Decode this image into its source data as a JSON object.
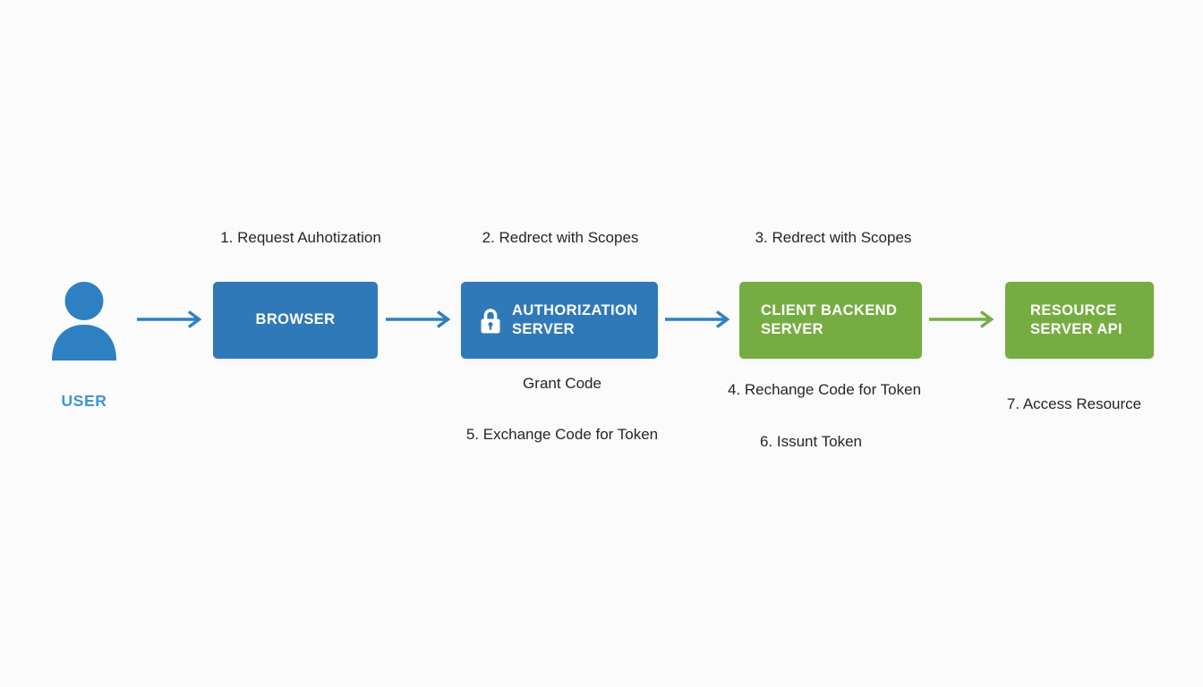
{
  "diagram_type": "flow-diagram",
  "nodes": {
    "user": {
      "label": "USER",
      "icon": "user-icon"
    },
    "browser": {
      "label": "BROWSER"
    },
    "auth_server": {
      "line1": "AUTHORIZATION",
      "line2": "SERVER",
      "icon": "lock-icon"
    },
    "client_backend": {
      "line1": "CLIENT BACKEND",
      "line2": "SERVER"
    },
    "resource_server": {
      "line1": "RESOURCE",
      "line2": "SERVER API"
    }
  },
  "labels": {
    "step1": "1. Request Auhotization",
    "step2": "2. Redrect with Scopes",
    "step3": "3. Redrect with Scopes",
    "grant_code": "Grant Code",
    "step4": "4. Rechange Code for Token",
    "step5": "5. Exchange Code for Token",
    "step6": "6. Issunt Token",
    "step7": "7. Access Resource"
  },
  "arrows": [
    {
      "from": "user",
      "to": "browser",
      "color": "#2f80c3"
    },
    {
      "from": "browser",
      "to": "auth_server",
      "color": "#2f80c3"
    },
    {
      "from": "auth_server",
      "to": "client_backend",
      "color": "#2f80c3"
    },
    {
      "from": "client_backend",
      "to": "resource_server",
      "color": "#76ad43"
    }
  ],
  "colors": {
    "background": "#fbfbfb",
    "box_blue": "#3079b9",
    "box_green": "#76ad43",
    "arrow_blue": "#2f80c3",
    "arrow_green": "#76ad43",
    "box_text": "#ffffff",
    "label_text": "#262626",
    "user_label": "#3d95da"
  }
}
